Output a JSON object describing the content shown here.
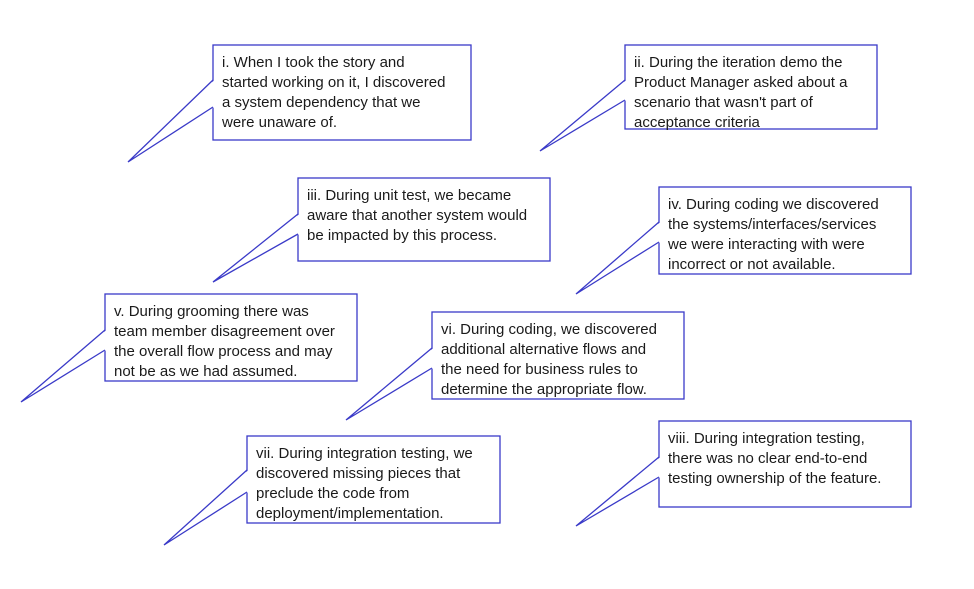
{
  "colors": {
    "border": "#3a3ac8",
    "fill": "#ffffff",
    "text": "#1a1a1a"
  },
  "callouts": [
    {
      "id": "i",
      "lines": [
        "i. When I took the story and",
        "started working on it, I discovered",
        "a system dependency  that  we",
        "were unaware of."
      ]
    },
    {
      "id": "ii",
      "lines": [
        "ii. During the iteration demo the",
        "Product Manager asked about a",
        "scenario that wasn't part of",
        "acceptance criteria"
      ]
    },
    {
      "id": "iii",
      "lines": [
        "iii. During unit test, we became",
        "aware that another system would",
        "be impacted by this process."
      ]
    },
    {
      "id": "iv",
      "lines": [
        "iv. During coding we discovered",
        "the systems/interfaces/services",
        "we were interacting with were",
        "incorrect or not available."
      ]
    },
    {
      "id": "v",
      "lines": [
        "v. During grooming there was",
        "team member disagreement over",
        "the overall flow process and may",
        "not be as we had assumed."
      ]
    },
    {
      "id": "vi",
      "lines": [
        "vi. During coding, we discovered",
        "additional alternative flows and",
        "the need for business rules to",
        "determine the appropriate flow."
      ]
    },
    {
      "id": "vii",
      "lines": [
        "vii. During integration testing, we",
        "discovered missing pieces that",
        "preclude the code from",
        "deployment/implementation."
      ]
    },
    {
      "id": "viii",
      "lines": [
        "viii. During integration testing,",
        "there was no clear end-to-end",
        "testing ownership of the feature."
      ]
    }
  ]
}
